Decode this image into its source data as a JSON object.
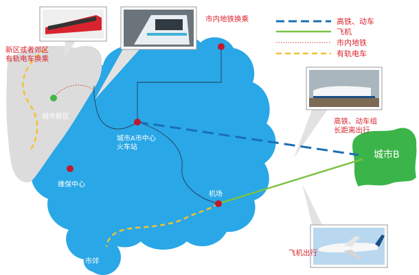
{
  "legend": {
    "items": [
      {
        "label": "高铁、动车",
        "color": "#1a6fb5",
        "style": "dashed-thick"
      },
      {
        "label": "飞机",
        "color": "#7cc242",
        "style": "solid"
      },
      {
        "label": "市内地铁",
        "color": "#c0392b",
        "style": "dotted"
      },
      {
        "label": "有轨电车",
        "color": "#f2c230",
        "style": "dashed"
      }
    ]
  },
  "callouts": {
    "tram_transfer": "新区或者郊区\n有轨电车换乘",
    "metro_transfer": "市内地铁换乘",
    "highspeed": "高铁、动车组\n长距离出行",
    "flight": "飞机出行"
  },
  "nodes": {
    "new_district": "城市新区",
    "central_station": "城市A市中心\n火车站",
    "maintenance_center": "维保中心",
    "airport": "机场",
    "suburb": "市郊",
    "city_b": "城市B"
  },
  "icons": {
    "tram_photo": "tram-photo-icon",
    "metro_photo": "metro-train-photo-icon",
    "highspeed_photo": "high-speed-train-photo-icon",
    "plane_photo": "airplane-photo-icon"
  },
  "colors": {
    "city_blue": "#2aa7e6",
    "city_b_green": "#3bb54a",
    "new_district_gray": "#dcdcdc",
    "node_red": "#c0182d",
    "node_green": "#43b649",
    "label_red": "#d9232e"
  }
}
